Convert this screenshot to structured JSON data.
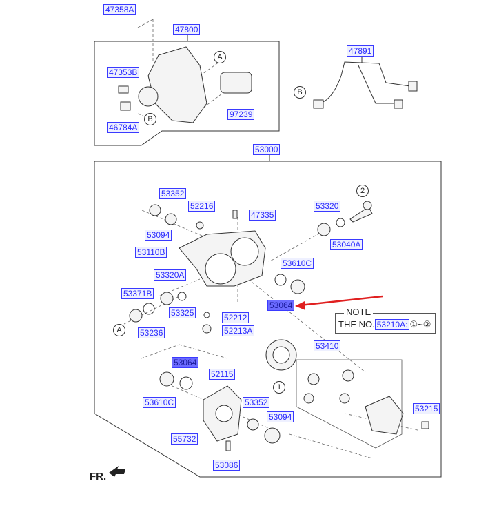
{
  "labels": {
    "p47358A": "47358A",
    "p47800": "47800",
    "p47353B": "47353B",
    "p97239": "97239",
    "p46784A": "46784A",
    "p47891": "47891",
    "p53000": "53000",
    "p53352a": "53352",
    "p52216": "52216",
    "p47335": "47335",
    "p53320": "53320",
    "p53094a": "53094",
    "p53040A": "53040A",
    "p53110B": "53110B",
    "p53610Ca": "53610C",
    "p53320A": "53320A",
    "p53371B": "53371B",
    "p53064a": "53064",
    "p53325": "53325",
    "p52212": "52212",
    "p53236": "53236",
    "p52213A": "52213A",
    "p53410": "53410",
    "p53064b": "53064",
    "p52115": "52115",
    "p53610Cb": "53610C",
    "p53352b": "53352",
    "p53094b": "53094",
    "p53215": "53215",
    "p55732": "55732",
    "p53086": "53086"
  },
  "markers": {
    "a": "A",
    "b": "B",
    "one": "1",
    "two": "2"
  },
  "note": {
    "title": "NOTE",
    "prefix": "THE NO.",
    "part": "53210A:",
    "range_start": "①",
    "sep": "~",
    "range_end": "②"
  },
  "front_label": "FR.",
  "colors": {
    "label_border": "#3a3aff",
    "label_text": "#2b2bff",
    "highlight": "#6b6bff",
    "arrow": "#e02020"
  }
}
